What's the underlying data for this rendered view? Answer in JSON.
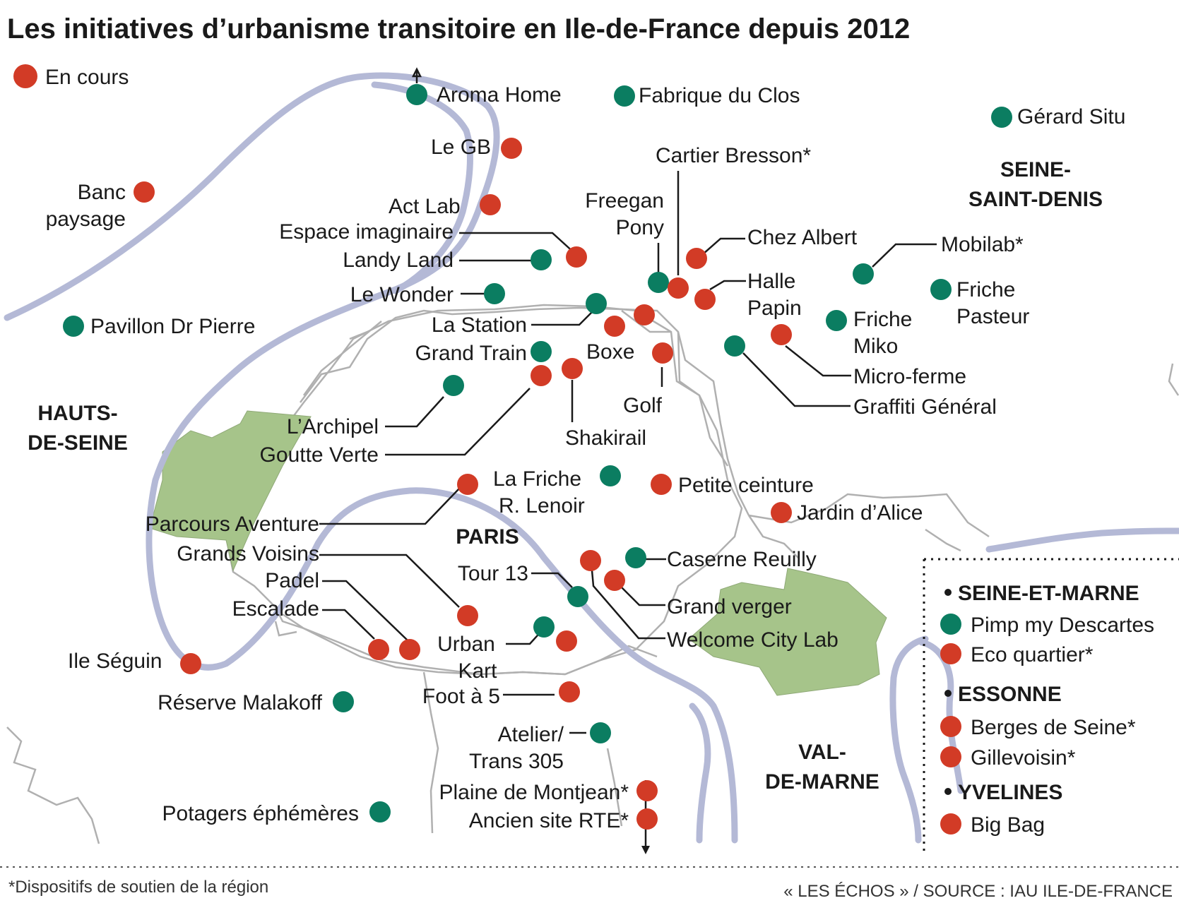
{
  "title": "Les initiatives d’urbanisme transitoire en Ile-de-France depuis 2012",
  "colors": {
    "en_cours": "#d23b26",
    "other": "#0b7d61",
    "river": "#b4b9d6",
    "park": "#a6c48a",
    "border": "#b0b0b0"
  },
  "legend": {
    "en_cours": "En cours"
  },
  "regions": {
    "seine_saint_denis": [
      "SEINE-",
      "SAINT-DENIS"
    ],
    "hauts_de_seine": [
      "HAUTS-",
      "DE-SEINE"
    ],
    "paris": "PARIS",
    "val_de_marne": [
      "VAL-",
      "DE-MARNE"
    ]
  },
  "labels": {
    "aroma_home": "Aroma Home",
    "fabrique_du_clos": "Fabrique du Clos",
    "gerard_situ": "Gérard Situ",
    "le_gb": "Le GB",
    "cartier_bresson": "Cartier Bresson*",
    "banc_paysage": [
      "Banc",
      "paysage"
    ],
    "act_lab": "Act Lab",
    "freegan_pony": [
      "Freegan",
      "Pony"
    ],
    "espace_imaginaire": "Espace imaginaire",
    "chez_albert": "Chez Albert",
    "mobilab": "Mobilab*",
    "landy_land": "Landy Land",
    "halle_papin": [
      "Halle",
      "Papin"
    ],
    "friche_pasteur": [
      "Friche",
      "Pasteur"
    ],
    "le_wonder": "Le Wonder",
    "friche_miko": [
      "Friche",
      "Miko"
    ],
    "pavillon_dr_pierre": "Pavillon Dr Pierre",
    "la_station": "La Station",
    "boxe": "Boxe",
    "grand_train": "Grand Train",
    "micro_ferme": "Micro-ferme",
    "golf": "Golf",
    "graffiti_general": "Graffiti Général",
    "l_archipel": "L’Archipel",
    "shakirail": "Shakirail",
    "goutte_verte": "Goutte Verte",
    "la_friche_r_lenoir": [
      "La Friche",
      "R. Lenoir"
    ],
    "petite_ceinture": "Petite ceinture",
    "jardin_d_alice": "Jardin d’Alice",
    "parcours_aventure": "Parcours Aventure",
    "grands_voisins": "Grands Voisins",
    "caserne_reuilly": "Caserne Reuilly",
    "tour_13": "Tour 13",
    "padel": "Padel",
    "grand_verger": "Grand verger",
    "escalade": "Escalade",
    "welcome_city_lab": "Welcome City Lab",
    "urban_kart": [
      "Urban",
      "Kart"
    ],
    "ile_seguin": "Ile Séguin",
    "reserve_malakoff": "Réserve Malakoff",
    "foot_a_5": "Foot à 5",
    "atelier_trans_305": [
      "Atelier/",
      "Trans 305"
    ],
    "plaine_de_montjean": "Plaine de Montjean*",
    "ancien_site_rte": "Ancien site RTE*",
    "potagers_ephemeres": "Potagers éphémères"
  },
  "outside_legend": {
    "seine_et_marne": {
      "heading": "SEINE-ET-MARNE",
      "items": [
        {
          "name": "Pimp my Descartes",
          "status": "other"
        },
        {
          "name": "Eco quartier*",
          "status": "en_cours"
        }
      ]
    },
    "essonne": {
      "heading": "ESSONNE",
      "items": [
        {
          "name": "Berges de Seine*",
          "status": "en_cours"
        },
        {
          "name": "Gillevoisin*",
          "status": "en_cours"
        }
      ]
    },
    "yvelines": {
      "heading": "YVELINES",
      "items": [
        {
          "name": "Big Bag",
          "status": "en_cours"
        }
      ]
    }
  },
  "footer": {
    "note": "*Dispositifs de soutien de la région",
    "source": "« LES ÉCHOS » / SOURCE : IAU ILE-DE-FRANCE"
  }
}
